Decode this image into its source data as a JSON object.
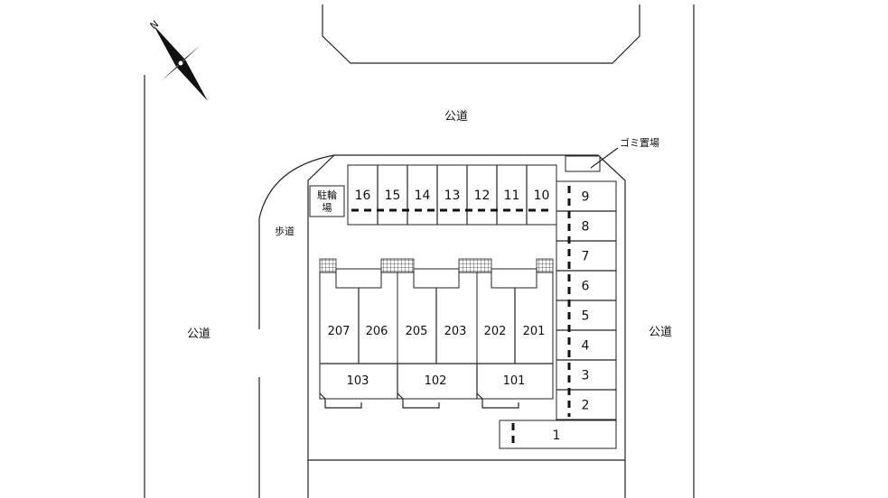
{
  "compass": {
    "north_label": "N"
  },
  "roads": {
    "top": "公道",
    "left": "公道",
    "right": "公道",
    "sidewalk": "歩道"
  },
  "facilities": {
    "garbage": "ゴミ置場",
    "bike_parking_line1": "駐輪",
    "bike_parking_line2": "場"
  },
  "parking_top": [
    "16",
    "15",
    "14",
    "13",
    "12",
    "11",
    "10"
  ],
  "parking_right": [
    "9",
    "8",
    "7",
    "6",
    "5",
    "4",
    "3",
    "2"
  ],
  "parking_bottom": "1",
  "units_upper": [
    "207",
    "206",
    "205",
    "203",
    "202",
    "201"
  ],
  "units_lower": [
    "103",
    "102",
    "101"
  ]
}
